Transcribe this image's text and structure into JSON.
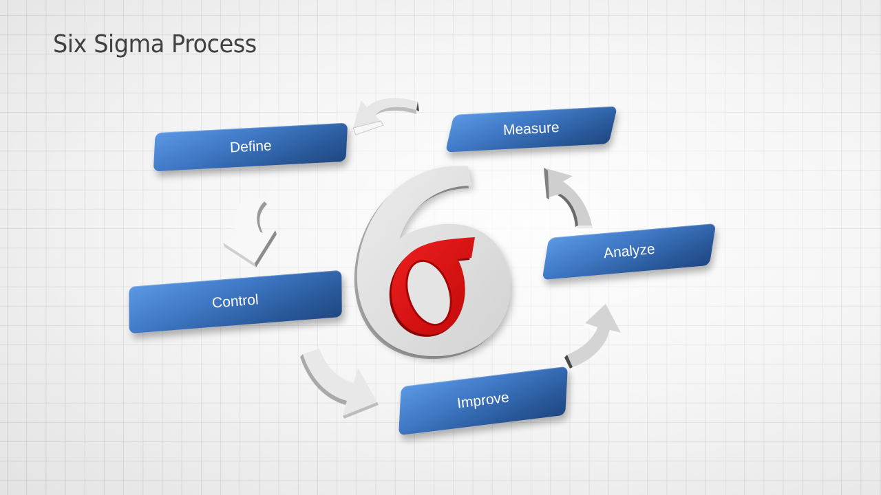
{
  "slide": {
    "title": "Six Sigma Process"
  },
  "diagram": {
    "center_symbol": "6σ",
    "center_symbol_name": "six-sigma-emblem",
    "steps": [
      {
        "label": "Define"
      },
      {
        "label": "Measure"
      },
      {
        "label": "Analyze"
      },
      {
        "label": "Improve"
      },
      {
        "label": "Control"
      }
    ],
    "flow_order": [
      "Define",
      "Control",
      "Improve",
      "Analyze",
      "Measure",
      "Define"
    ]
  },
  "colors": {
    "box_light": "#5b98e4",
    "box_dark": "#1f4781",
    "sigma_red": "#d90f0f",
    "six_gray": "#dcdcdc",
    "title_text": "#404040",
    "background": "#f1f1f1"
  }
}
